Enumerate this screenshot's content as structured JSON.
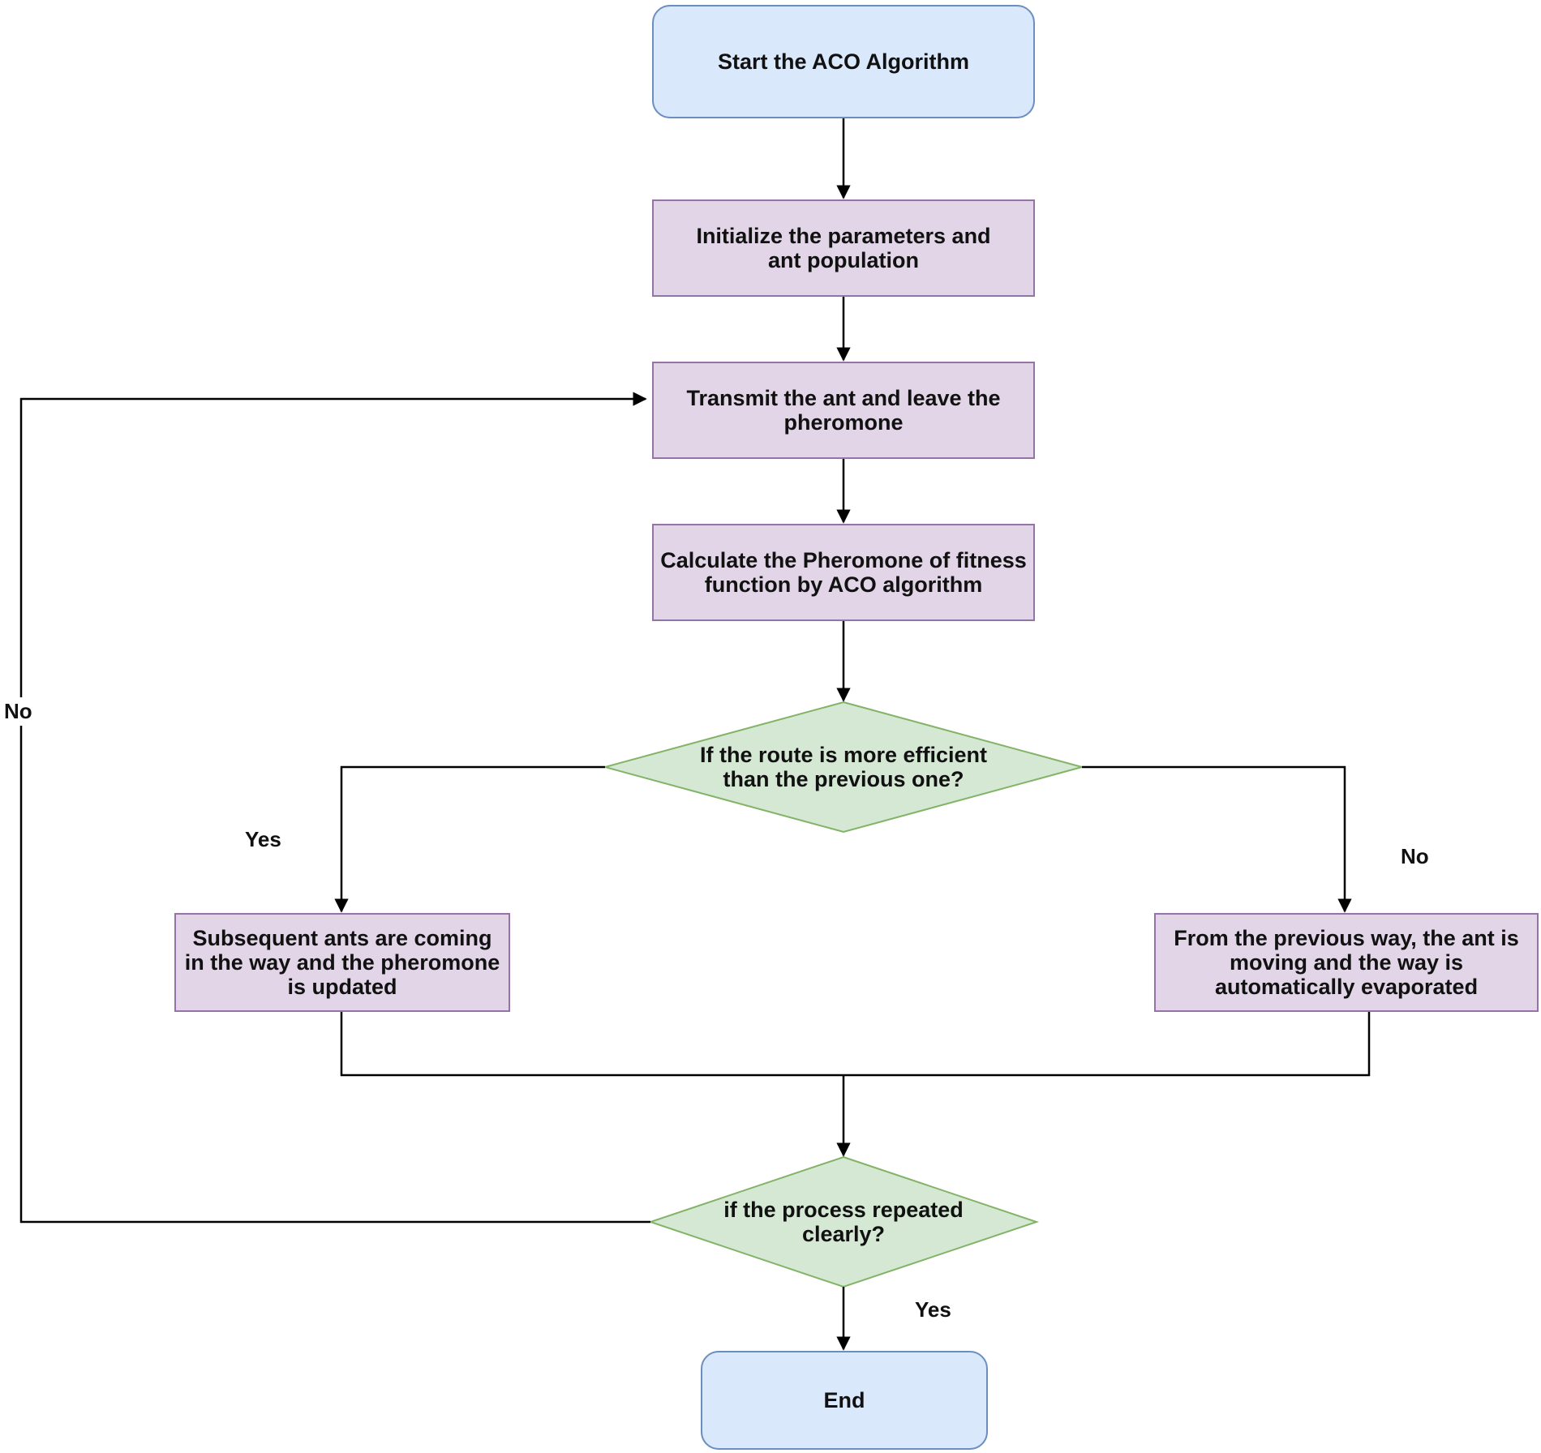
{
  "colors": {
    "terminal_fill": "#dae8fc",
    "process_fill": "#e1d5e7",
    "decision_fill": "#d5e8d4",
    "decision_stroke": "#82b366",
    "line": "#000000"
  },
  "nodes": {
    "start": "Start the ACO Algorithm",
    "init": "Initialize the parameters and ant population",
    "transmit": "Transmit the ant and leave the pheromone",
    "calculate": "Calculate the Pheromone of fitness function by ACO algorithm",
    "decision_route": "If the route is more efficient than the previous one?",
    "update": "Subsequent ants are coming in the way and the pheromone is updated",
    "evaporate": "From the previous way, the ant is moving and the way is automatically evaporated",
    "decision_repeat": "if the process repeated clearly?",
    "end": "End"
  },
  "edge_labels": {
    "route_yes": "Yes",
    "route_no": "No",
    "repeat_no": "No",
    "repeat_yes": "Yes"
  }
}
